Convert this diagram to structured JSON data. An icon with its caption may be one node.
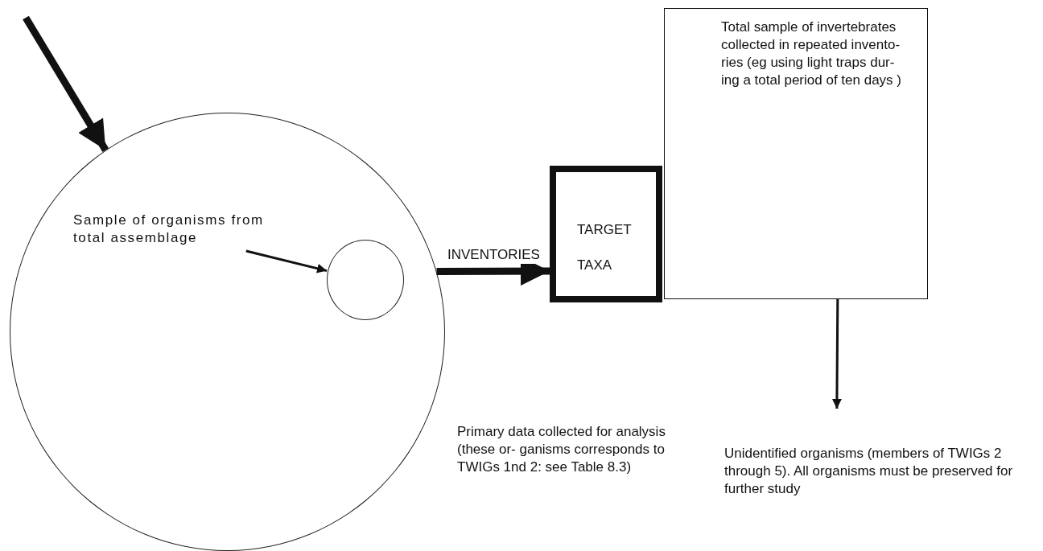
{
  "diagram": {
    "nodes": [
      {
        "text": [],
        "shape": "circle"
      },
      {
        "text": [
          "Sample of organisms from total assemblage"
        ],
        "in": 0
      },
      {
        "text": [],
        "shape": "circle",
        "in": 0
      },
      {
        "text": [
          "Total sample of invertebrates collected in repeated invento- ries (eg using light traps dur- ing a total period of ten days )"
        ]
      },
      {
        "text": [
          "TARGET TAXA"
        ]
      },
      {
        "text": [
          "Unidentified organisms (members of TWIGs 2 through 5). All organisms must be preserved for further study"
        ]
      }
    ],
    "edges": [
      {
        "from": null,
        "to": 0,
        "arrow": "to",
        "style": "thick"
      },
      {
        "from": 1,
        "to": 2,
        "arrow": "to"
      },
      {
        "from": 0,
        "to": 4,
        "arrow": "to",
        "style": "thick",
        "label": "INVENTORIES"
      },
      {
        "from": 3,
        "to": 5,
        "arrow": "to"
      }
    ],
    "labels": [
      "Primary data collected for analysis (these or- ganisms corresponds to TWIGs 1nd 2: see Table 8.3)"
    ]
  }
}
